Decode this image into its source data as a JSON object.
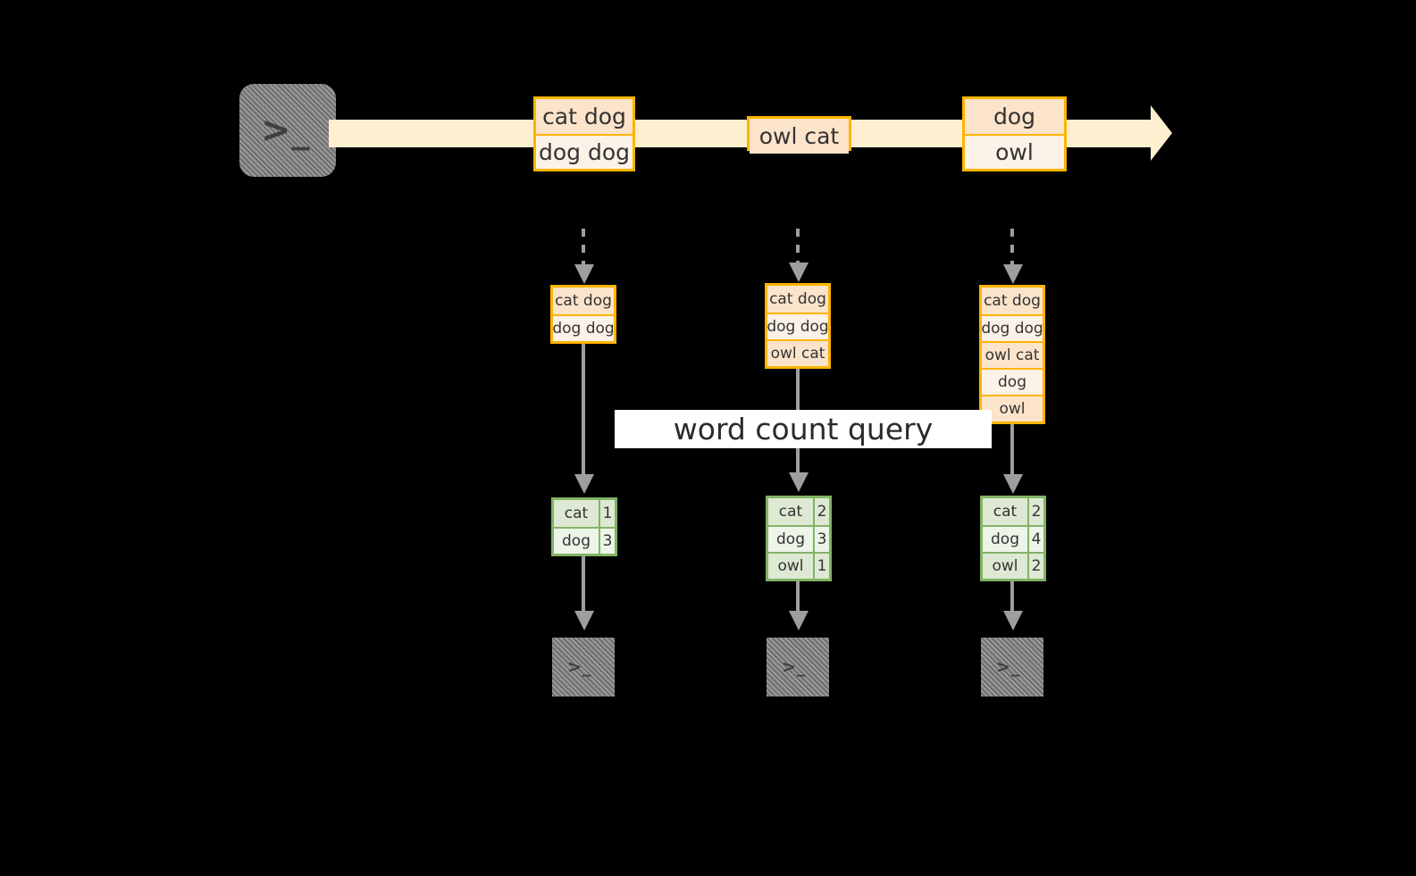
{
  "diagram": {
    "title_label": "word count query",
    "source_terminal": {
      "icon": "terminal-prompt-icon",
      "glyph": ">_"
    },
    "stream": {
      "records": [
        {
          "lines": [
            "cat dog",
            "dog dog"
          ]
        },
        {
          "lines": [
            "owl cat"
          ]
        },
        {
          "lines": [
            "dog",
            "owl"
          ]
        }
      ]
    },
    "snapshots": [
      {
        "lines": [
          "cat dog",
          "dog dog"
        ]
      },
      {
        "lines": [
          "cat dog",
          "dog dog",
          "owl cat"
        ]
      },
      {
        "lines": [
          "cat dog",
          "dog dog",
          "owl cat",
          "dog",
          "owl"
        ]
      }
    ],
    "results": [
      {
        "rows": [
          {
            "word": "cat",
            "count": "1"
          },
          {
            "word": "dog",
            "count": "3"
          }
        ]
      },
      {
        "rows": [
          {
            "word": "cat",
            "count": "2"
          },
          {
            "word": "dog",
            "count": "3"
          },
          {
            "word": "owl",
            "count": "1"
          }
        ]
      },
      {
        "rows": [
          {
            "word": "cat",
            "count": "2"
          },
          {
            "word": "dog",
            "count": "4"
          },
          {
            "word": "owl",
            "count": "2"
          }
        ]
      }
    ],
    "sinks": [
      {
        "icon": "terminal-prompt-icon",
        "glyph": ">_"
      },
      {
        "icon": "terminal-prompt-icon",
        "glyph": ">_"
      },
      {
        "icon": "terminal-prompt-icon",
        "glyph": ">_"
      }
    ],
    "colors": {
      "background": "#000000",
      "stream_band": "#FDEFCF",
      "record_border": "#FFB400",
      "record_fill_dark": "#FCE4CA",
      "record_fill_light": "#FDF2E7",
      "result_border": "#82B366",
      "result_fill_dark": "#DDE9D3",
      "result_fill_light": "#EDF4E8",
      "connector": "#9E9E9E",
      "terminal_fill": "#737373",
      "label_fill": "#FFFFFF"
    }
  }
}
